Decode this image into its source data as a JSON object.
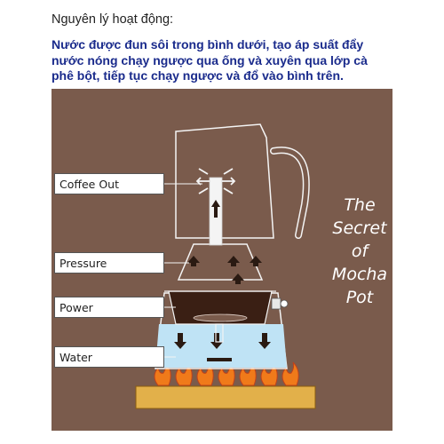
{
  "heading": "Nguyên lý hoạt động:",
  "description": "Nước được đun sôi trong bình dưới, tạo áp suất đẩy nước nóng chạy ngược qua ống và xuyên qua lớp cà phê bột, tiếp tục chạy ngược và đổ vào bình trên.",
  "diagram": {
    "labels": {
      "coffee_out": "Coffee Out",
      "pressure": "Pressure",
      "power": "Power",
      "water": "Water"
    },
    "title_lines": [
      "The",
      "Secret",
      "of",
      "Mocha",
      "Pot"
    ],
    "colors": {
      "background": "#7a5b4c",
      "water": "#bfe3f5",
      "coffee_grounds": "#3a1f14",
      "stove_plate": "#e2b04a",
      "flame": "#f07a1a"
    }
  }
}
